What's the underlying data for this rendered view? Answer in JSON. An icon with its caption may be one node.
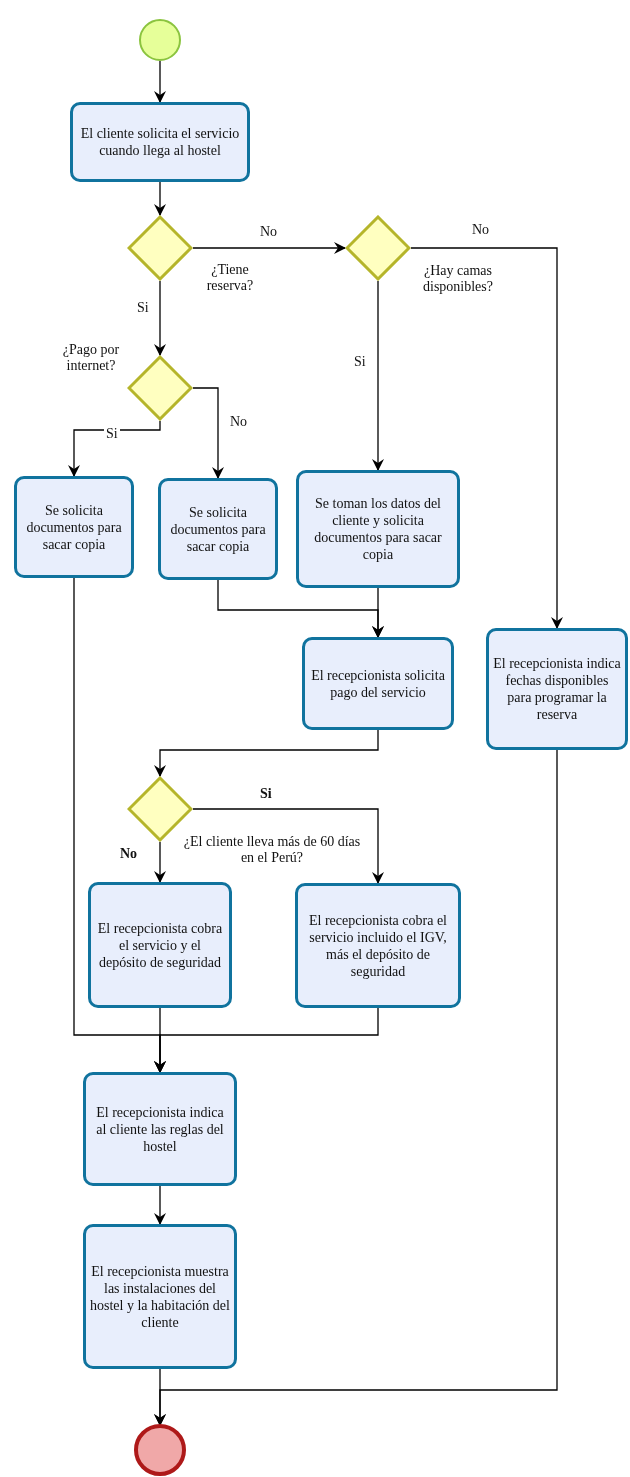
{
  "diagram": {
    "nodes": [
      {
        "text": [],
        "shape": "circle"
      },
      {
        "text": [
          "El cliente solicita el servicio cuando llega al hostel"
        ]
      },
      {
        "text": [
          "¿Tiene reserva?"
        ]
      },
      {
        "text": [
          "¿Hay camas disponibles?"
        ]
      },
      {
        "text": [
          "¿Pago por internet?"
        ]
      },
      {
        "text": [
          "Se solicita documentos para sacar copia"
        ]
      },
      {
        "text": [
          "Se solicita documentos para sacar copia"
        ]
      },
      {
        "text": [
          "Se toman los datos del cliente y solicita documentos para sacar copia"
        ]
      },
      {
        "text": [
          "El recepcionista solicita pago del servicio"
        ]
      },
      {
        "text": [
          "El recepcionista indica fechas disponibles para programar la reserva"
        ]
      },
      {
        "text": [
          "¿El cliente lleva más de 60 días en el Perú?"
        ]
      },
      {
        "text": [
          "El recepcionista cobra el servicio y el depósito de seguridad"
        ]
      },
      {
        "text": [
          "El recepcionista cobra el servicio incluido el IGV, más el depósito de seguridad"
        ]
      },
      {
        "text": [
          "El recepcionista indica al cliente las reglas del hostel"
        ]
      },
      {
        "text": [
          "El recepcionista muestra las instalaciones del hostel y la habitación del cliente"
        ]
      },
      {
        "text": [],
        "shape": "circle"
      }
    ],
    "edges": [
      {
        "from": 0,
        "to": 1,
        "arrow": "to"
      },
      {
        "from": 1,
        "to": 2,
        "arrow": "to"
      },
      {
        "from": 2,
        "to": 3,
        "arrow": "to",
        "label": "No"
      },
      {
        "from": 2,
        "to": 4,
        "arrow": "to",
        "label": "Si"
      },
      {
        "from": 3,
        "to": 7,
        "arrow": "to",
        "label": "Si"
      },
      {
        "from": 3,
        "to": 9,
        "arrow": "to",
        "label": "No"
      },
      {
        "from": 4,
        "to": 5,
        "arrow": "to",
        "label": "Si"
      },
      {
        "from": 4,
        "to": 6,
        "arrow": "to",
        "label": "No"
      },
      {
        "from": 6,
        "to": 8,
        "arrow": "to"
      },
      {
        "from": 7,
        "to": 8,
        "arrow": "to"
      },
      {
        "from": 8,
        "to": 10,
        "arrow": "to"
      },
      {
        "from": 10,
        "to": 11,
        "arrow": "to",
        "label": "No"
      },
      {
        "from": 10,
        "to": 12,
        "arrow": "to",
        "label": "Si"
      },
      {
        "from": 5,
        "to": 13,
        "arrow": "to"
      },
      {
        "from": 11,
        "to": 13,
        "arrow": "to"
      },
      {
        "from": 12,
        "to": 13,
        "arrow": "to"
      },
      {
        "from": 13,
        "to": 14,
        "arrow": "to"
      },
      {
        "from": 14,
        "to": 15,
        "arrow": "to"
      },
      {
        "from": 9,
        "to": 15,
        "arrow": "to"
      }
    ]
  }
}
